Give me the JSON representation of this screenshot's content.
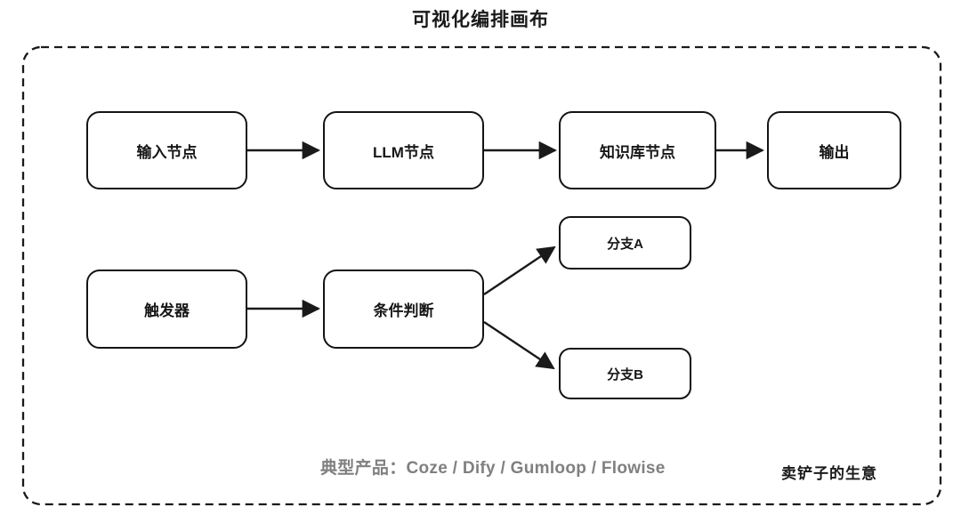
{
  "title": "可视化编排画布",
  "diagram": {
    "nodes": [
      {
        "id": "input-node",
        "label": "输入节点"
      },
      {
        "id": "llm-node",
        "label": "LLM节点"
      },
      {
        "id": "knowledge-node",
        "label": "知识库节点"
      },
      {
        "id": "output-node",
        "label": "输出"
      },
      {
        "id": "trigger-node",
        "label": "触发器"
      },
      {
        "id": "condition-node",
        "label": "条件判断"
      },
      {
        "id": "branch-a-node",
        "label": "分支A"
      },
      {
        "id": "branch-b-node",
        "label": "分支B"
      }
    ],
    "edges": [
      {
        "from": "输入节点",
        "to": "LLM节点"
      },
      {
        "from": "LLM节点",
        "to": "知识库节点"
      },
      {
        "from": "知识库节点",
        "to": "输出"
      },
      {
        "from": "触发器",
        "to": "条件判断"
      },
      {
        "from": "条件判断",
        "to": "分支A"
      },
      {
        "from": "条件判断",
        "to": "分支B"
      }
    ]
  },
  "footer": {
    "products": "典型产品：Coze / Dify / Gumloop / Flowise",
    "note": "卖铲子的生意"
  },
  "colors": {
    "stroke": "#1a1a1a",
    "background": "#ffffff",
    "muted_text": "#808080",
    "text": "#1a1a1a"
  }
}
